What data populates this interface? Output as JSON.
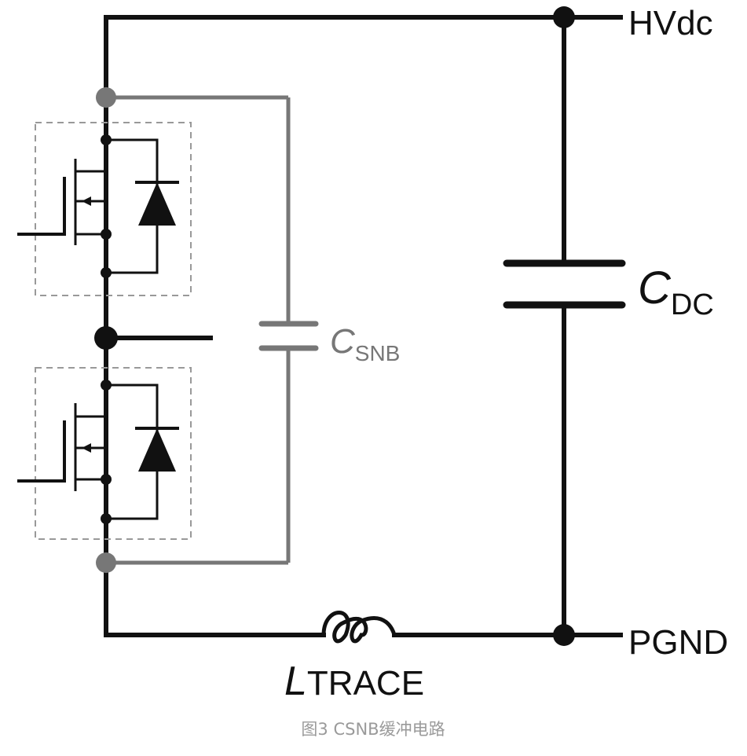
{
  "labels": {
    "hvdc": "HVdc",
    "pgnd": "PGND",
    "cdc_main": "C",
    "cdc_sub": "DC",
    "csnb_main": "C",
    "csnb_sub": "SNB",
    "ltrace_main": "L",
    "ltrace_sub": "TRACE"
  },
  "caption": "图3   CSNB缓冲电路",
  "colors": {
    "wire": "#111111",
    "snubber": "#777777",
    "dashed_box": "#999999",
    "caption": "#9a9a9a"
  }
}
